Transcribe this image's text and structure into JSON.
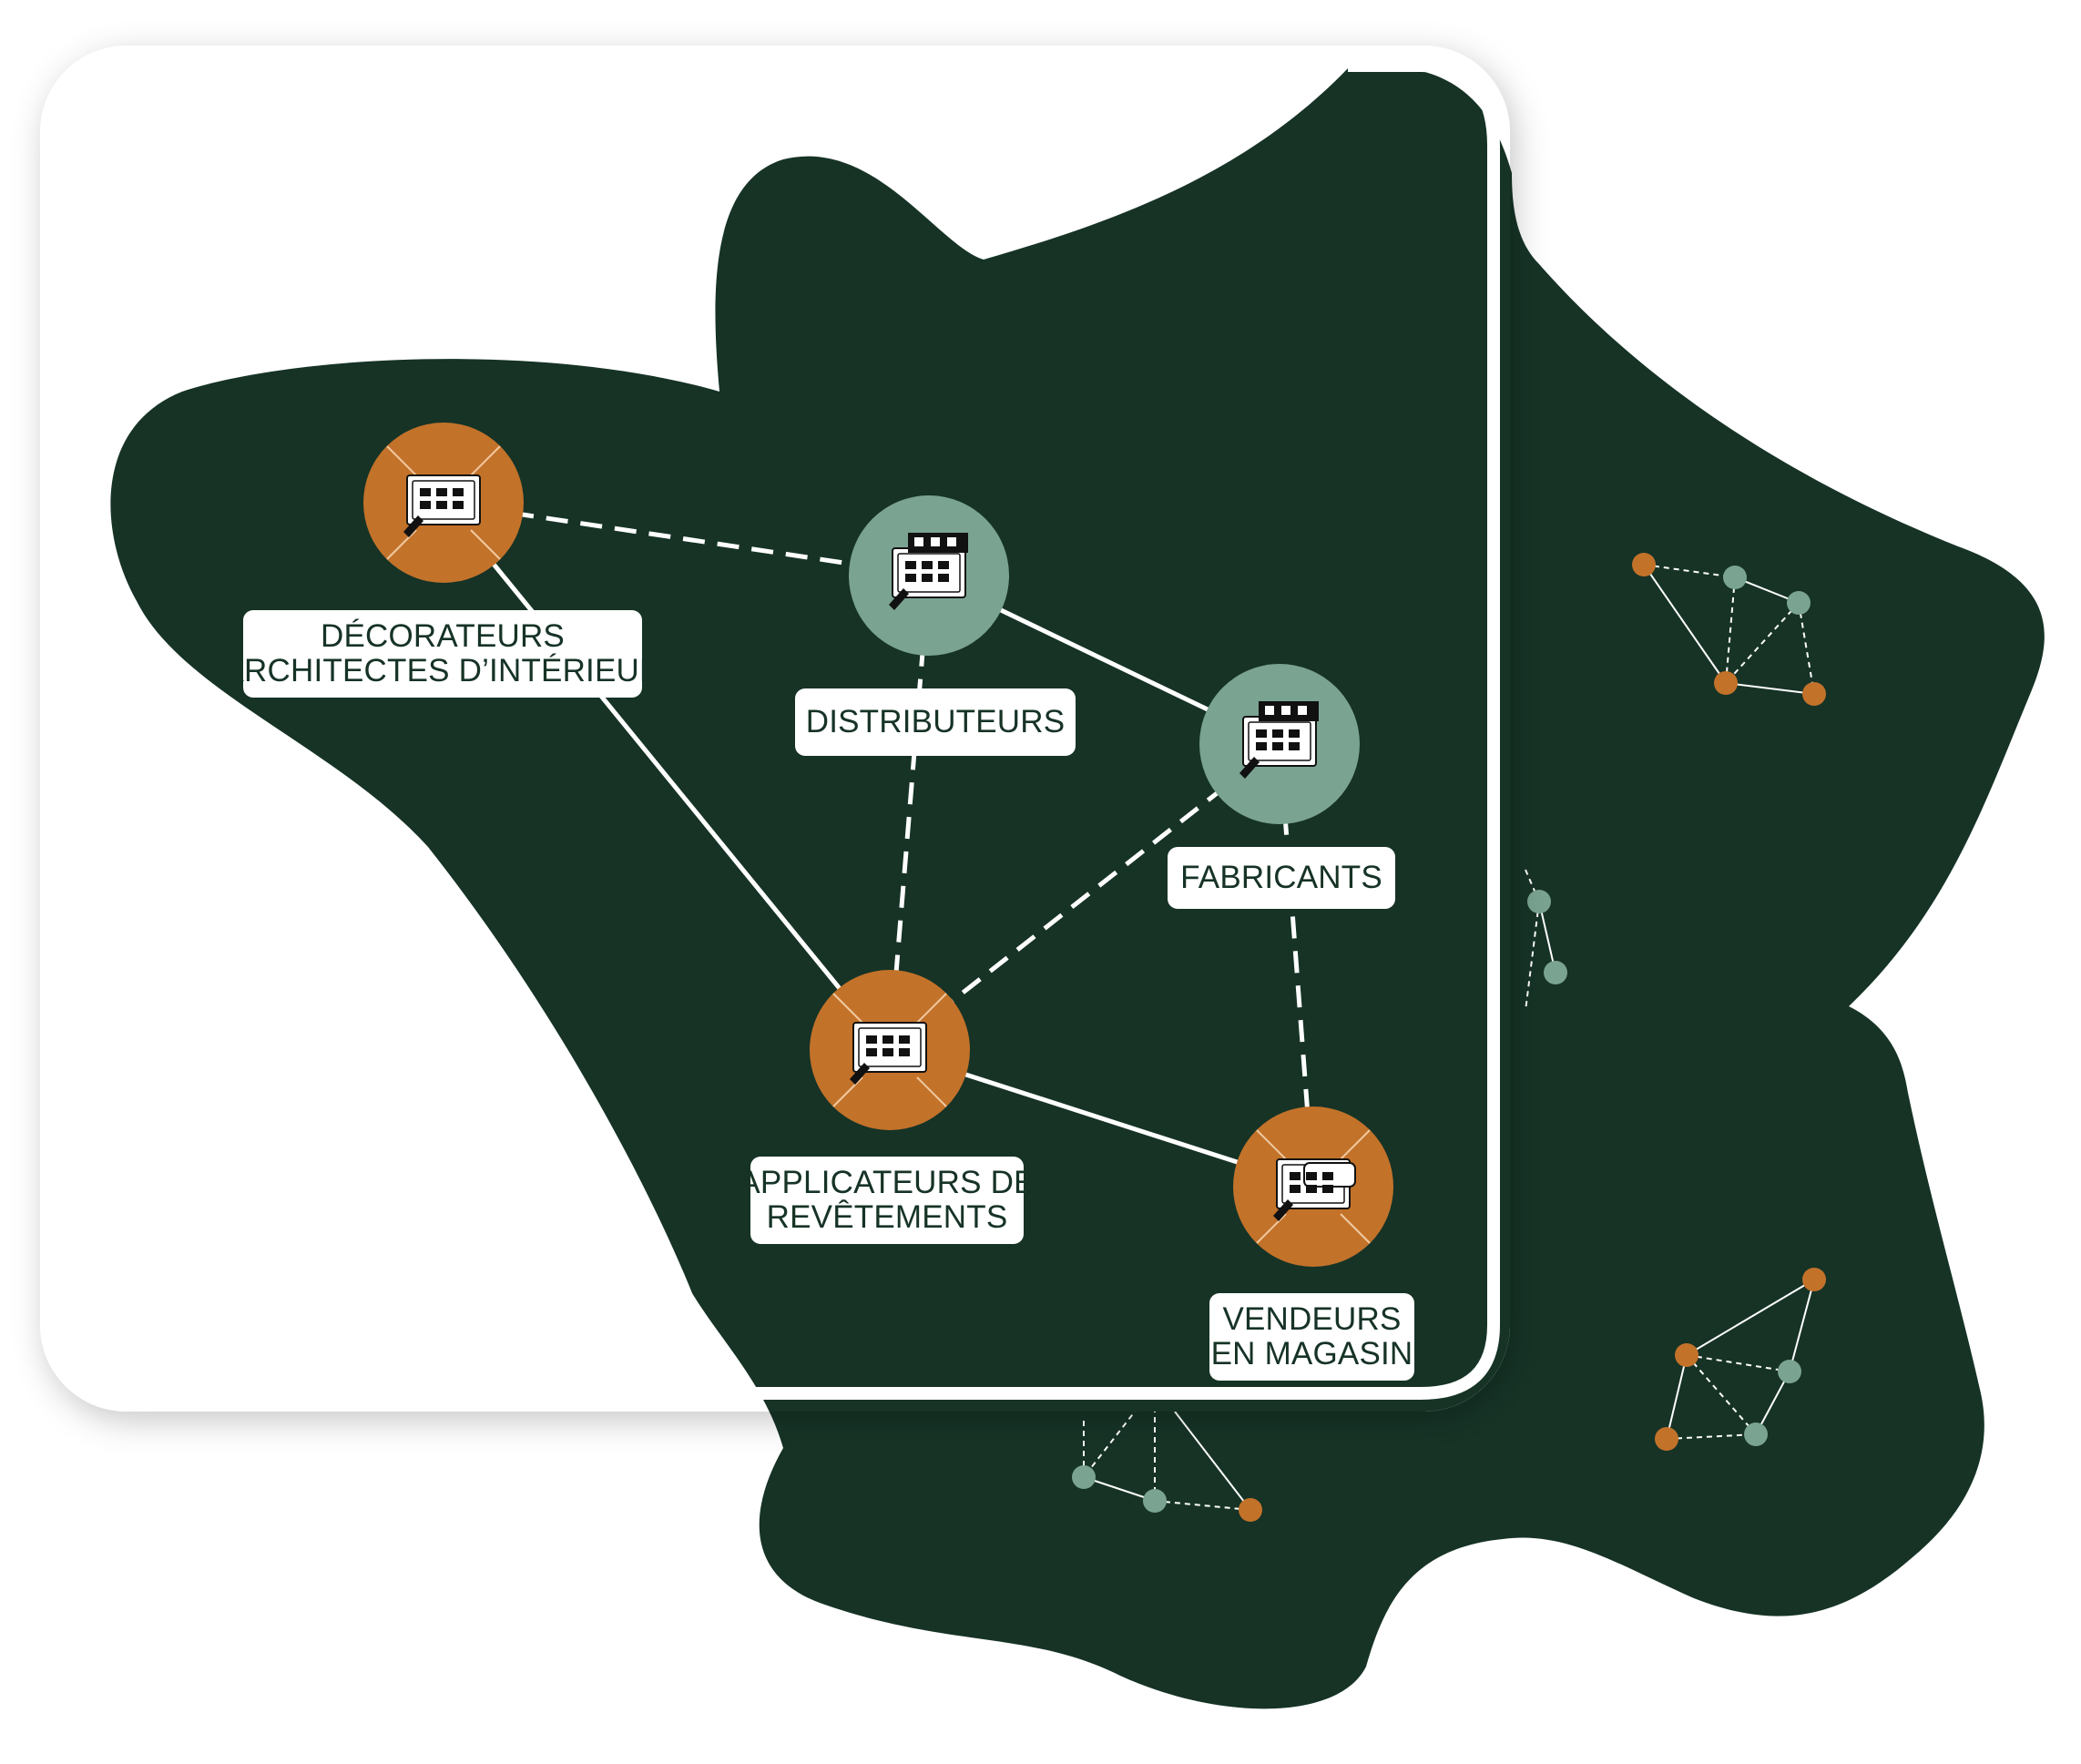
{
  "colors": {
    "map_green": "#163326",
    "orange": "#c3722a",
    "sage": "#7aa391",
    "white": "#ffffff"
  },
  "nodes": [
    {
      "id": "decorateurs",
      "color": "orange",
      "icon": "tablet-moodboard-icon",
      "label_lines": [
        "DÉCORATEURS",
        "ARCHITECTES D’INTÉRIEUR"
      ]
    },
    {
      "id": "distributeurs",
      "color": "sage",
      "icon": "storefront-catalog-icon",
      "label_lines": [
        "DISTRIBUTEURS"
      ]
    },
    {
      "id": "fabricants",
      "color": "sage",
      "icon": "shelves-catalog-icon",
      "label_lines": [
        "FABRICANTS"
      ]
    },
    {
      "id": "applicateurs",
      "color": "orange",
      "icon": "tablet-room-icon",
      "label_lines": [
        "APPLICATEURS DE",
        "REVÊTEMENTS"
      ]
    },
    {
      "id": "vendeurs",
      "color": "orange",
      "icon": "sofa-catalog-icon",
      "label_lines": [
        "VENDEURS",
        "EN MAGASIN"
      ]
    }
  ],
  "edges": [
    {
      "from": "decorateurs",
      "to": "distributeurs",
      "style": "dashed"
    },
    {
      "from": "decorateurs",
      "to": "applicateurs",
      "style": "solid"
    },
    {
      "from": "distributeurs",
      "to": "fabricants",
      "style": "solid"
    },
    {
      "from": "distributeurs",
      "to": "applicateurs",
      "style": "dashed"
    },
    {
      "from": "fabricants",
      "to": "applicateurs",
      "style": "dashed"
    },
    {
      "from": "fabricants",
      "to": "vendeurs",
      "style": "dashed"
    },
    {
      "from": "applicateurs",
      "to": "vendeurs",
      "style": "solid"
    }
  ]
}
